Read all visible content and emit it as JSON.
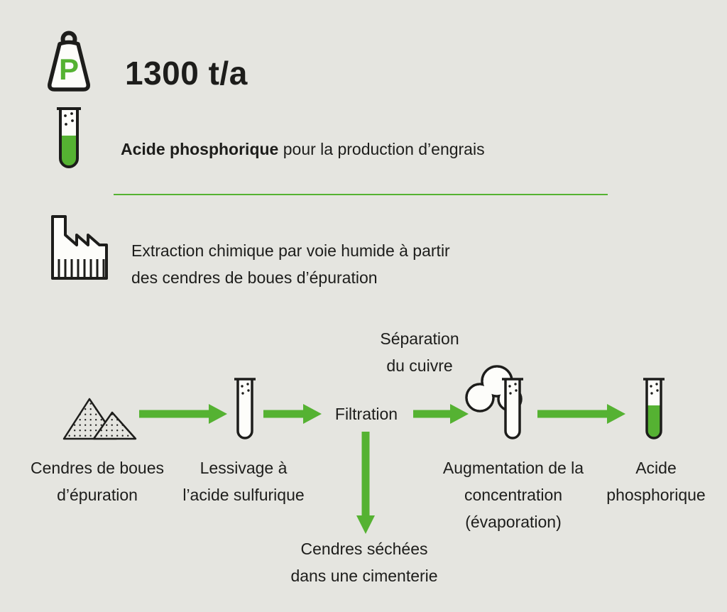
{
  "page": {
    "background": "#e5e5e0",
    "accent_green": "#55b232",
    "text_color": "#1d1d1b"
  },
  "icons": {
    "weight_symbol": "P",
    "weight": "weight-icon",
    "test_tube_green": "test-tube-with-green-liquid-icon",
    "test_tube_empty": "empty-test-tube-icon",
    "factory": "factory-icon",
    "ash_piles": "ash-piles-icon",
    "vapor_cloud": "vapor-cloud-icon",
    "arrow": "green-flow-arrow"
  },
  "header": {
    "amount": "1300 t/a",
    "product_bold": "Acide phosphorique",
    "product_rest": " pour la production d’engrais",
    "process_line1": "Extraction chimique par voie humide à partir",
    "process_line2": "des cendres de boues d’épuration"
  },
  "flow": {
    "separation_line1": "Séparation",
    "separation_line2": "du cuivre",
    "filtration": "Filtration",
    "ash_line1": "Cendres de boues",
    "ash_line2": "d’épuration",
    "leach_line1": "Lessivage à",
    "leach_line2": "l’acide sulfurique",
    "conc_line1": "Augmentation de la",
    "conc_line2": "concentration",
    "conc_line3": "(évaporation)",
    "acid_line1": "Acide",
    "acid_line2": "phosphorique",
    "cement_line1": "Cendres séchées",
    "cement_line2": "dans une cimenterie"
  }
}
